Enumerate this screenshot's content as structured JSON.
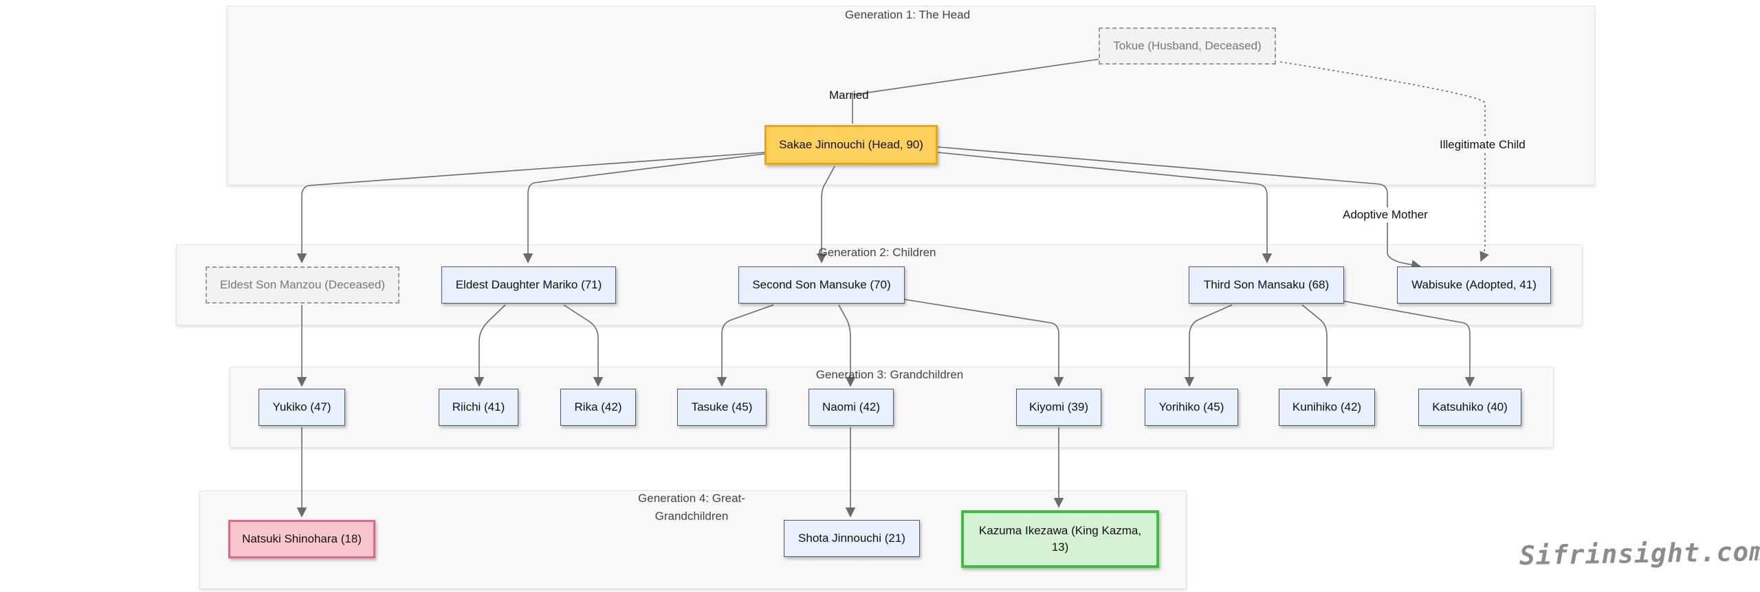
{
  "groups": {
    "gen1": "Generation 1: The Head",
    "gen2": "Generation 2: Children",
    "gen3": "Generation 3: Grandchildren",
    "gen4_line1": "Generation 4: Great-",
    "gen4_line2": "Grandchildren"
  },
  "nodes": {
    "tokue": "Tokue (Husband, Deceased)",
    "sakae": "Sakae Jinnouchi (Head, 90)",
    "manzou": "Eldest Son Manzou (Deceased)",
    "mariko": "Eldest Daughter Mariko (71)",
    "mansuke": "Second Son Mansuke (70)",
    "mansaku": "Third Son Mansaku (68)",
    "wabisuke": "Wabisuke (Adopted, 41)",
    "yukiko": "Yukiko (47)",
    "riichi": "Riichi (41)",
    "rika": "Rika (42)",
    "tasuke": "Tasuke (45)",
    "naomi": "Naomi (42)",
    "kiyomi": "Kiyomi (39)",
    "yorihiko": "Yorihiko (45)",
    "kunihiko": "Kunihiko (42)",
    "katsuhiko": "Katsuhiko (40)",
    "natsuki": "Natsuki Shinohara (18)",
    "shota": "Shota Jinnouchi (21)",
    "kazuma": "Kazuma Ikezawa (King Kazma, 13)"
  },
  "edge_labels": {
    "married": "Married",
    "illegitimate": "Illegitimate Child",
    "adoptive": "Adoptive Mother"
  },
  "colors": {
    "edge": "#6b6b6b",
    "head_fill": "#fcd05a",
    "head_border": "#e6a817",
    "pink_fill": "#f8c6cc",
    "pink_border": "#e2668a",
    "green_fill": "#d6f2d4",
    "green_border": "#3cbf3c",
    "default_fill": "#e8f1fb"
  },
  "watermark": "Sifrinsight.com"
}
